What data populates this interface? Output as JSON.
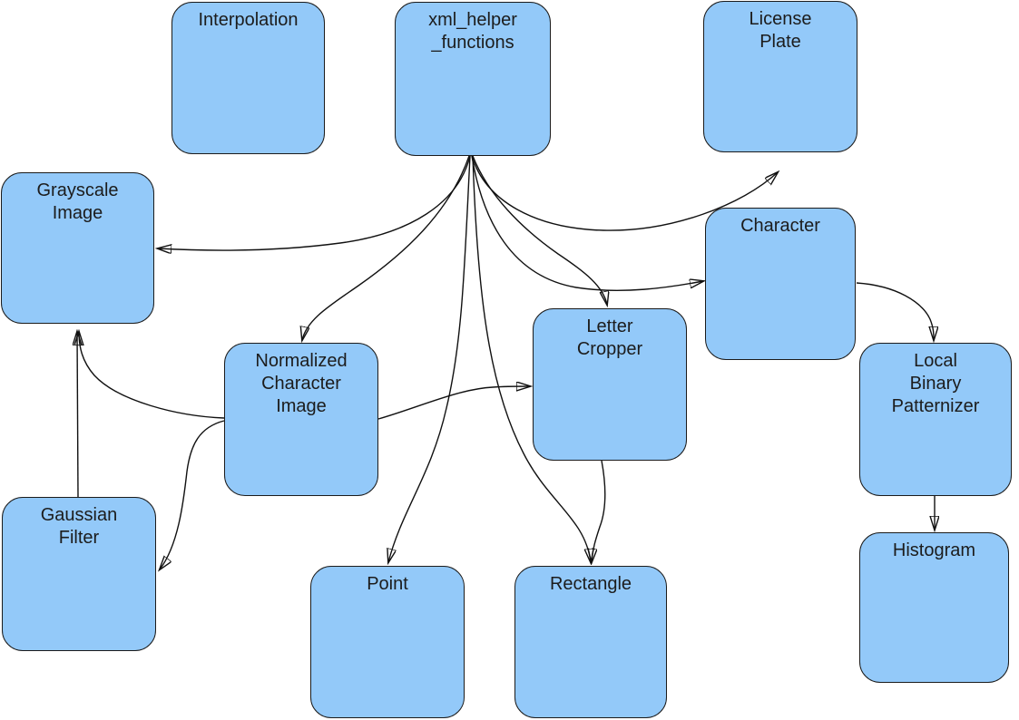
{
  "diagram": {
    "kind": "class-dependency-diagram",
    "colors": {
      "background": "#ffffff",
      "node_fill": "#93c9f9",
      "node_border": "#1b1b1b",
      "edge": "#111111",
      "label_text": "#1c1c1c"
    },
    "nodes": {
      "interpolation": {
        "label": "Interpolation"
      },
      "xml_helper_functions": {
        "label": "xml_helper\n_functions"
      },
      "license_plate": {
        "label": "License\nPlate"
      },
      "grayscale_image": {
        "label": "Grayscale\nImage"
      },
      "character": {
        "label": "Character"
      },
      "normalized_character_image": {
        "label": "Normalized\nCharacter\nImage"
      },
      "letter_cropper": {
        "label": "Letter\nCropper"
      },
      "local_binary_patternizer": {
        "label": "Local\nBinary\nPatternizer"
      },
      "gaussian_filter": {
        "label": "Gaussian\nFilter"
      },
      "point": {
        "label": "Point"
      },
      "rectangle": {
        "label": "Rectangle"
      },
      "histogram": {
        "label": "Histogram"
      }
    },
    "edges": [
      {
        "from": "xml_helper_functions",
        "to": "license_plate"
      },
      {
        "from": "xml_helper_functions",
        "to": "grayscale_image"
      },
      {
        "from": "xml_helper_functions",
        "to": "normalized_character_image"
      },
      {
        "from": "xml_helper_functions",
        "to": "letter_cropper"
      },
      {
        "from": "xml_helper_functions",
        "to": "character"
      },
      {
        "from": "xml_helper_functions",
        "to": "point"
      },
      {
        "from": "xml_helper_functions",
        "to": "rectangle"
      },
      {
        "from": "gaussian_filter",
        "to": "grayscale_image"
      },
      {
        "from": "normalized_character_image",
        "to": "grayscale_image"
      },
      {
        "from": "normalized_character_image",
        "to": "gaussian_filter"
      },
      {
        "from": "normalized_character_image",
        "to": "letter_cropper"
      },
      {
        "from": "letter_cropper",
        "to": "rectangle"
      },
      {
        "from": "character",
        "to": "local_binary_patternizer"
      },
      {
        "from": "local_binary_patternizer",
        "to": "histogram"
      }
    ]
  }
}
